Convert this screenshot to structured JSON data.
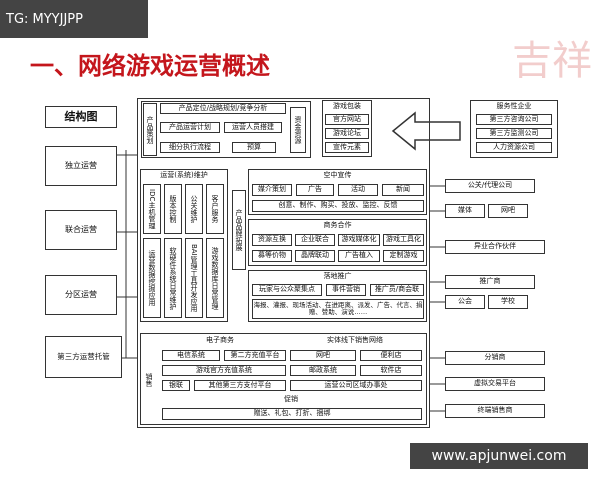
{
  "watermark_tag": "TG: MYYJJPP",
  "site_watermark": "www.apjunwei.com",
  "logo_text": "吉祥",
  "title": "一、网络游戏运营概述",
  "structure_label": "结构图",
  "left_modes": [
    "独立运营",
    "联合运营",
    "分区运营",
    "第三方运营托管"
  ],
  "product": {
    "header": "产品策划",
    "rows": [
      "产品定位/战略规划/竞争分析",
      "产品运营计划",
      "运营人员搭建",
      "细分执行流程",
      "预算"
    ],
    "resources": "资金资源"
  },
  "game_pack": {
    "title": "游戏包装",
    "items": [
      "官方网站",
      "游戏论坛",
      "宣传元素"
    ]
  },
  "service": {
    "title": "服务性企业",
    "items": [
      "第三方咨询公司",
      "第三方监测公司",
      "人力资源公司"
    ]
  },
  "ops": {
    "title": "运营(系统)维护",
    "cols": [
      "IDC主机管理",
      "版本控制",
      "公关维护",
      "客户服务"
    ],
    "cols2": [
      "运营数据挖掘应用",
      "软硬件系统日常维护",
      "BAI管理工具开发应用",
      "游戏数据库日常管理"
    ]
  },
  "brand": "产品品牌拓展",
  "ad": {
    "title": "空中宣传",
    "row1": [
      "媒介策划",
      "广告",
      "活动",
      "新闻"
    ],
    "row2": "创意、制作、购买、投放、监控、反馈"
  },
  "biz": {
    "title": "商务合作",
    "row1": [
      "资源互换",
      "企业联合",
      "游戏媒体化",
      "游戏工具化"
    ],
    "row2": [
      "募等价物",
      "晶牌联动",
      "广告植入",
      "定制游戏"
    ]
  },
  "ground": {
    "title": "落地推广",
    "row1": [
      "玩家与公众聚集点",
      "事件营销",
      "推广员/商会联"
    ],
    "row2": "海报、灌报、现场活动、在进距离、派发、广告、代言、捐赠、赞助、演说……"
  },
  "right_partners": [
    "公关/代理公司",
    "媒体",
    "网吧",
    "异业合作伙伴",
    "推广商",
    "公会",
    "学校",
    "分销商",
    "虚拟交易平台",
    "终端销售商"
  ],
  "sales": {
    "label": "销售",
    "ecommerce": "电子商务",
    "offline": "实体线下销售网络",
    "row1": [
      "电信系统",
      "第二方充值平台",
      "网吧",
      "便利店"
    ],
    "row2": [
      "游戏官方充值系统",
      "邮政系统",
      "软件店"
    ],
    "row3": [
      "银联",
      "其他第三方支付平台",
      "运营公司区域办事处"
    ],
    "promo": "促销",
    "promo_items": "赠送、礼包、打折、捆绑"
  }
}
